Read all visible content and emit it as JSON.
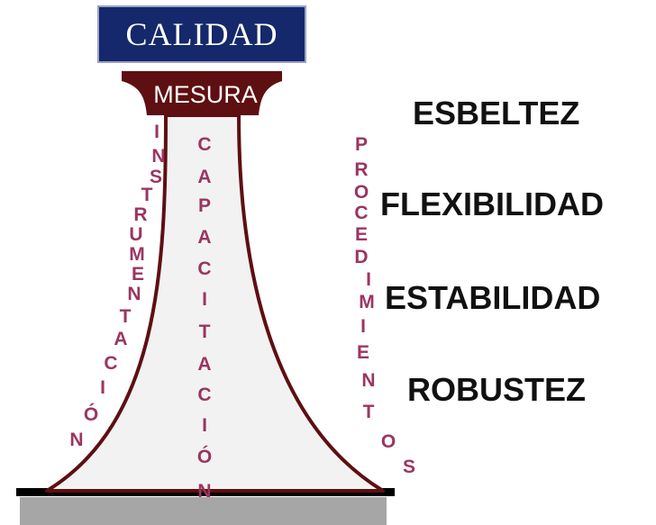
{
  "title": "CALIDAD",
  "capital_label": "MESURA",
  "attributes": [
    "ESBELTEZ",
    "FLEXIBILIDAD",
    "ESTABILIDAD",
    "ROBUSTEZ"
  ],
  "vertical_words": {
    "left": "INSTRUMENTACIÓN",
    "center": "CAPACITACIÓN",
    "right": "PROCEDIMIENTOS"
  },
  "colors": {
    "title_bg": "#14286b",
    "capital": "#5e0f12",
    "column_fill": "#f2f2f2",
    "column_outline": "#5e0f12",
    "vertical_text": "#9b3562",
    "base_line": "#000000",
    "base": "#a6a6a6"
  }
}
